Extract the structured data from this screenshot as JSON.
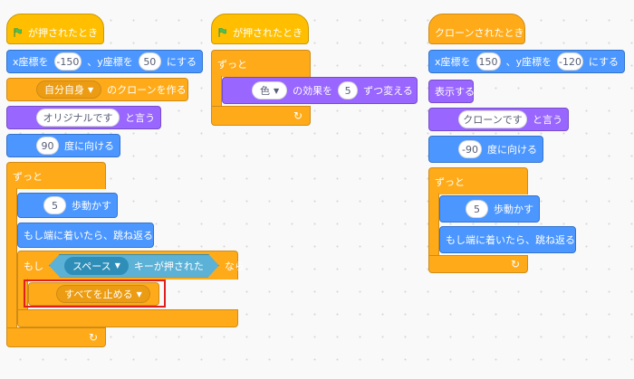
{
  "script1": {
    "hat_label": "が押されたとき",
    "goto_x_label": "x座標を",
    "goto_x": "-150",
    "goto_y_label": "、y座標を",
    "goto_y": "50",
    "goto_suffix": "にする",
    "clone_target": "自分自身",
    "clone_suffix": "のクローンを作る",
    "say_text": "オリジナルです",
    "say_suffix": "と言う",
    "direction": "90",
    "direction_suffix": "度に向ける",
    "forever_label": "ずっと",
    "move_steps": "5",
    "move_suffix": "歩動かす",
    "bounce_label": "もし端に着いたら、跳ね返る",
    "if_label": "もし",
    "key_name": "スペース",
    "key_suffix": "キーが押された",
    "then_label": "なら",
    "stop_option": "すべてを止める"
  },
  "script2": {
    "hat_label": "が押されたとき",
    "forever_label": "ずっと",
    "effect_name": "色",
    "effect_suffix": "の効果を",
    "effect_value": "5",
    "effect_tail": "ずつ変える"
  },
  "script3": {
    "hat_label": "クローンされたとき",
    "goto_x_label": "x座標を",
    "goto_x": "150",
    "goto_y_label": "、y座標を",
    "goto_y": "-120",
    "goto_suffix": "にする",
    "show_label": "表示する",
    "say_text": "クローンです",
    "say_suffix": "と言う",
    "direction": "-90",
    "direction_suffix": "度に向ける",
    "forever_label": "ずっと",
    "move_steps": "5",
    "move_suffix": "歩動かす",
    "bounce_label": "もし端に着いたら、跳ね返る"
  },
  "icons": {
    "flag": "green-flag-icon",
    "loop": "loop-arrow-icon",
    "caret": "dropdown-caret-icon"
  },
  "colors": {
    "events": "#FFBF00",
    "control": "#FFAB19",
    "motion": "#4C97FF",
    "looks": "#9966FF",
    "sensing": "#5CB1D6",
    "highlight": "#E0201E"
  }
}
